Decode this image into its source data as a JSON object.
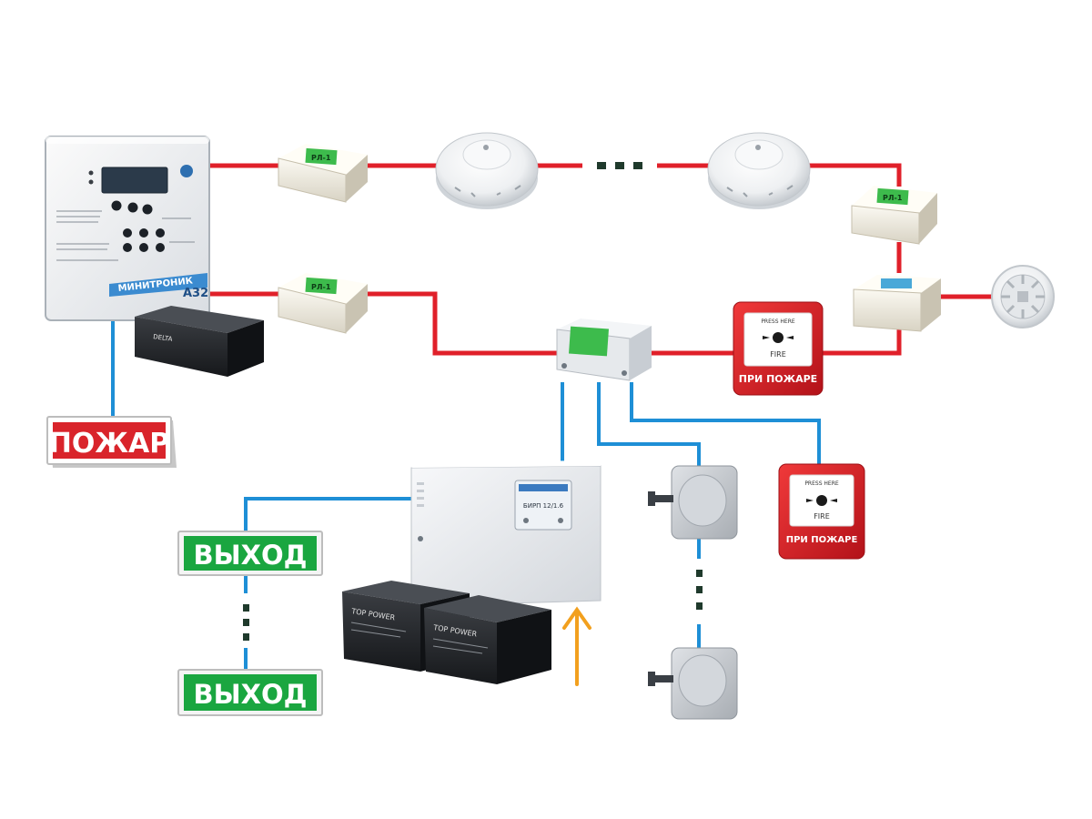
{
  "colors": {
    "alarm_loop": "#e0202a",
    "signal_wire": "#1e8fd6",
    "mains_arrow": "#f2a01e",
    "exit_green": "#1aa640",
    "fire_red": "#d9242b",
    "dark_dots": "#1f3a2c"
  },
  "control_panel": {
    "brand": "МИНИТРОНИК",
    "model": "A32"
  },
  "battery_small": {
    "brand": "DELTA"
  },
  "relay_modules": [
    {
      "label": "РЛ-1"
    },
    {
      "label": "РЛ-1"
    },
    {
      "label": "РЛ-1"
    }
  ],
  "manual_call_point_1": {
    "top_text": "PRESS HERE",
    "fire": "FIRE",
    "caption": "ПРИ ПОЖАРЕ"
  },
  "manual_call_point_2": {
    "top_text": "PRESS HERE",
    "fire": "FIRE",
    "caption": "ПРИ ПОЖАРЕ"
  },
  "fire_sign": {
    "text": "ПОЖАР"
  },
  "exit_signs": [
    {
      "text": "ВЫХОД"
    },
    {
      "text": "ВЫХОД"
    }
  ],
  "power_supply": {
    "label": "БИРП 12/1.6"
  },
  "batteries_big": [
    {
      "brand": "TOP POWER"
    },
    {
      "brand": "TOP POWER"
    }
  ]
}
